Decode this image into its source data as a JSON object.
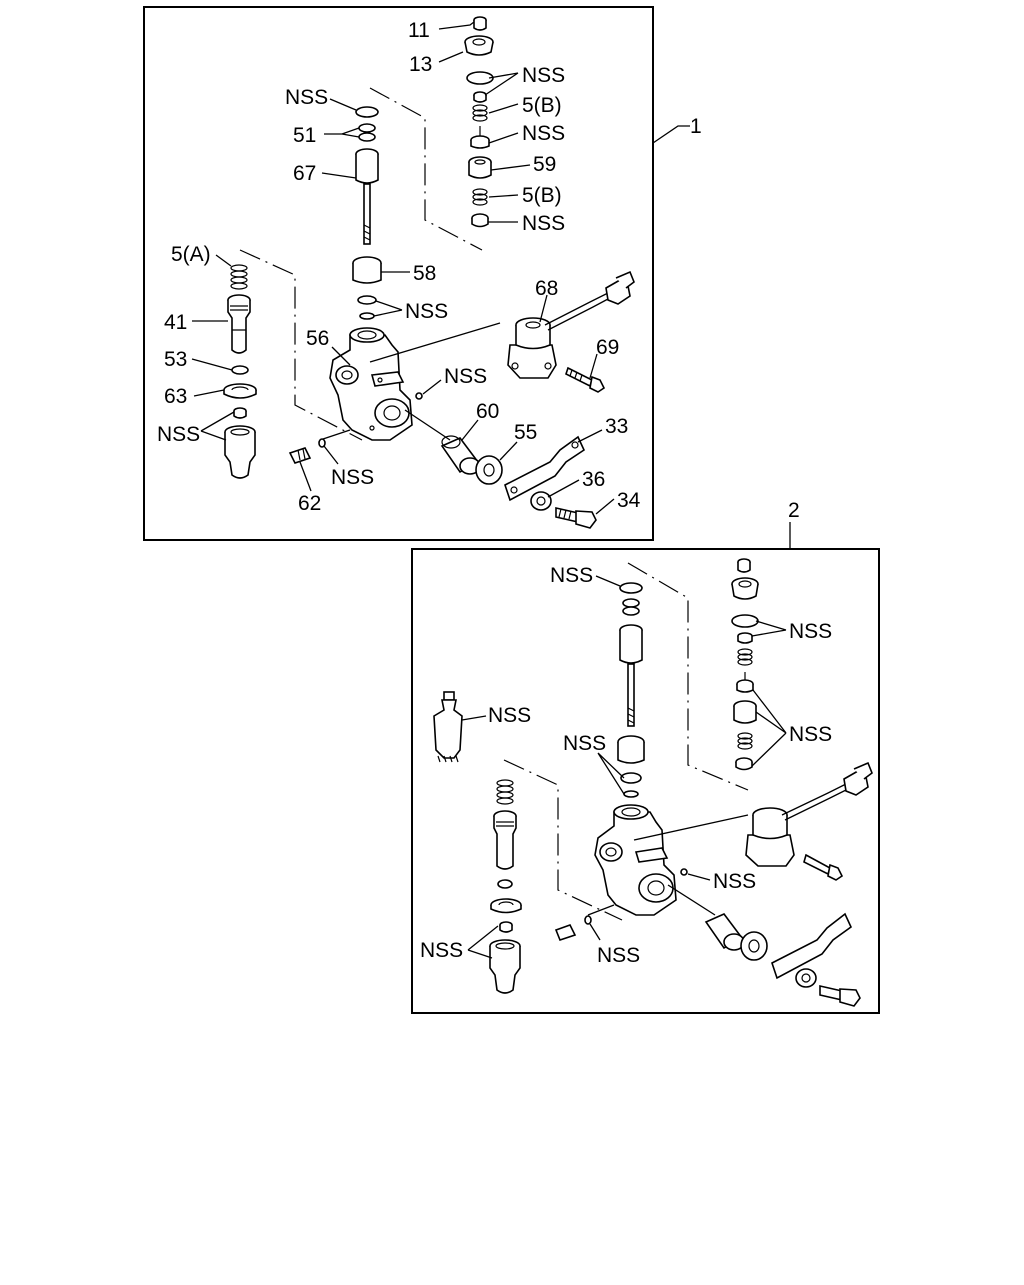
{
  "assembly_labels": {
    "a1": "1",
    "a2": "2"
  },
  "callouts_view1": {
    "c11": "11",
    "c13": "13",
    "nss_top": "NSS",
    "c5b_1": "5(B)",
    "nss_mid": "NSS",
    "c59": "59",
    "c5b_2": "5(B)",
    "nss_low": "NSS",
    "nss_left": "NSS",
    "c51": "51",
    "c67": "67",
    "c58": "58",
    "nss_58": "NSS",
    "c5a": "5(A)",
    "c41": "41",
    "c53": "53",
    "c63": "63",
    "nss_bottom_left": "NSS",
    "c56": "56",
    "c68": "68",
    "c69": "69",
    "nss_body": "NSS",
    "c60": "60",
    "c55": "55",
    "c33": "33",
    "c36": "36",
    "c34": "34",
    "c62": "62",
    "nss_62": "NSS"
  },
  "callouts_view2": {
    "nss_a": "NSS",
    "nss_b": "NSS",
    "nss_tube": "NSS",
    "nss_c": "NSS",
    "nss_d": "NSS",
    "nss_e": "NSS",
    "nss_f": "NSS",
    "nss_g": "NSS"
  }
}
